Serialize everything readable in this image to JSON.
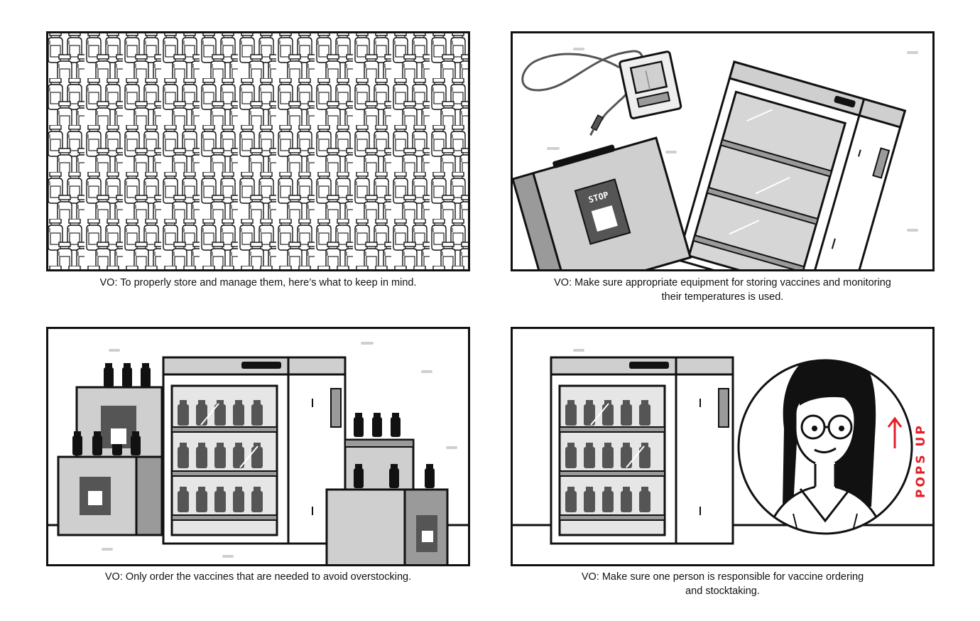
{
  "panels": [
    {
      "scene": "vial-pattern",
      "caption_lines": [
        "VO: To properly store and manage them, here’s what to keep in mind."
      ]
    },
    {
      "scene": "fridge-and-cooler",
      "sticker_text": "STOP",
      "caption_lines": [
        "VO: Make sure appropriate equipment for storing vaccines and monitoring",
        "their temperatures is used."
      ]
    },
    {
      "scene": "fridge-and-boxes",
      "caption_lines": [
        "VO: Only order the vaccines that are needed to avoid overstocking."
      ]
    },
    {
      "scene": "fridge-and-person",
      "annotation": "POPS UP",
      "caption_lines": [
        "VO: Make sure one person is responsible for vaccine ordering",
        "and stocktaking."
      ]
    }
  ],
  "colors": {
    "ink": "#111111",
    "gray_dark": "#555555",
    "gray_mid": "#9a9a9a",
    "gray_light": "#cfcfcf",
    "annotation_red": "#e41e26"
  }
}
